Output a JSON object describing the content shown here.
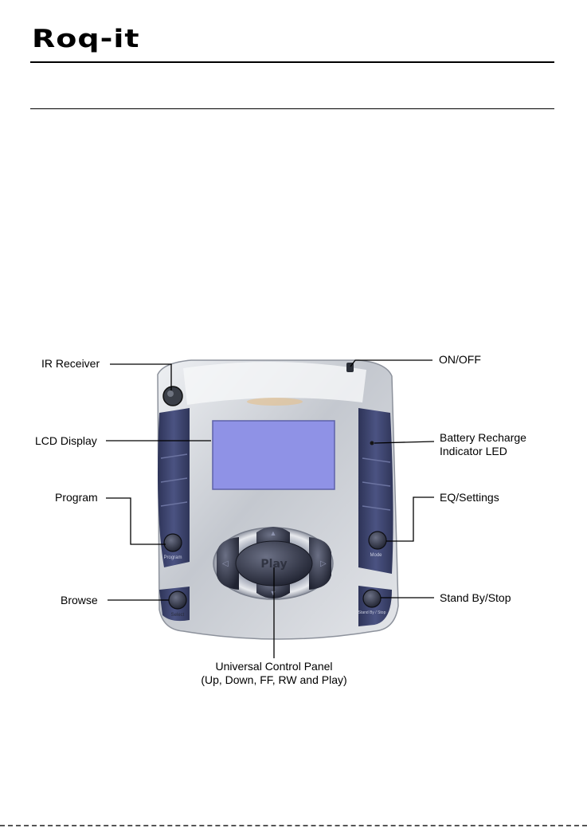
{
  "header": {
    "logo_text": "Roq-it"
  },
  "device": {
    "play_button_text": "Play",
    "button_engravings": {
      "program": "Program",
      "browse": "Select",
      "eq_settings": "Mode",
      "standby_stop": "Stand By / Stop"
    }
  },
  "callouts": {
    "ir_receiver": "IR Receiver",
    "on_off": "ON/OFF",
    "lcd_display": "LCD Display",
    "battery_led_line1": "Battery Recharge",
    "battery_led_line2": "Indicator LED",
    "program": "Program",
    "eq_settings": "EQ/Settings",
    "browse": "Browse",
    "standby_stop": "Stand By/Stop",
    "control_panel_line1": "Universal Control Panel",
    "control_panel_line2": "(Up, Down, FF, RW and Play)"
  },
  "colors": {
    "side_panels": "#3f4670",
    "lcd": "#8f92e6",
    "body_silver": "#c9ccd2",
    "buttons_dark": "#2f3444"
  }
}
